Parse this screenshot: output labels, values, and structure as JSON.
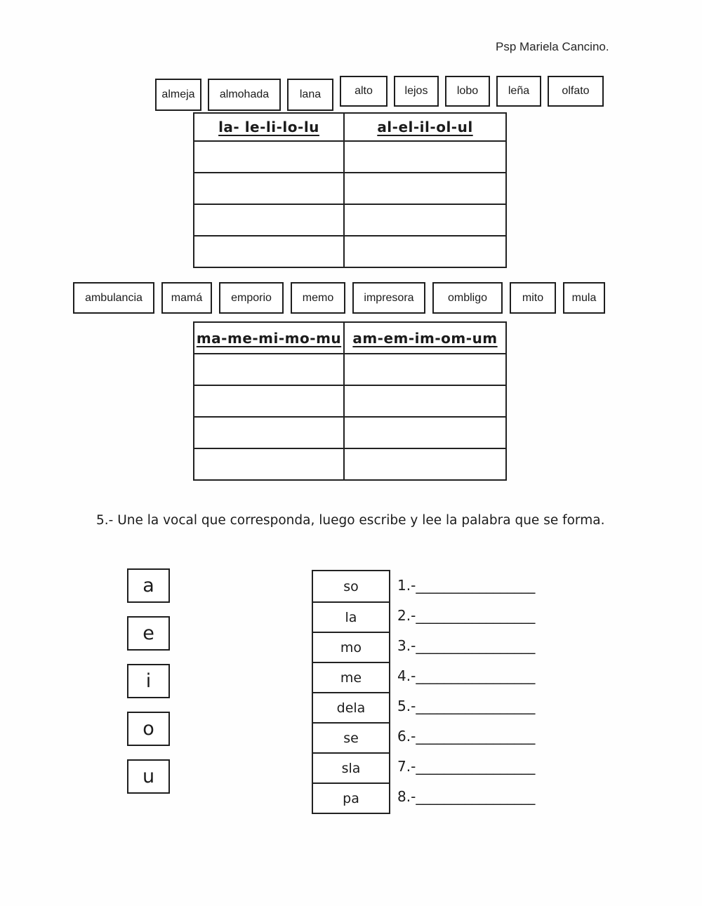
{
  "header": {
    "author": "Psp Mariela Cancino."
  },
  "sort_l": {
    "words": [
      "almeja",
      "almohada",
      "lana",
      "alto",
      "lejos",
      "lobo",
      "leña",
      "olfato"
    ],
    "table": {
      "col1_header": "la- le-li-lo-lu",
      "col2_header": "al-el-il-ol-ul",
      "empty_rows": 4
    }
  },
  "sort_m": {
    "words": [
      "ambulancia",
      "mamá",
      "emporio",
      "memo",
      "impresora",
      "ombligo",
      "mito",
      "mula"
    ],
    "table": {
      "col1_header": "ma-me-mi-mo-mu",
      "col2_header": "am-em-im-om-um",
      "empty_rows": 4
    }
  },
  "exercise5": {
    "instruction": "5.- Une la vocal que corresponda, luego escribe y lee la palabra que se forma.",
    "vowels": [
      "a",
      "e",
      "i",
      "o",
      "u"
    ],
    "syllables": [
      "so",
      "la",
      "mo",
      "me",
      "dela",
      "se",
      "sla",
      "pa"
    ],
    "answers": [
      {
        "number": "1.-",
        "line": "_________________"
      },
      {
        "number": "2.-",
        "line": "_________________"
      },
      {
        "number": "3.-",
        "line": "_________________"
      },
      {
        "number": "4.-",
        "line": "_________________"
      },
      {
        "number": "5.-",
        "line": "_________________"
      },
      {
        "number": "6.-",
        "line": "_________________"
      },
      {
        "number": "7.-",
        "line": "_________________"
      },
      {
        "number": "8.-",
        "line": "_________________"
      }
    ]
  }
}
